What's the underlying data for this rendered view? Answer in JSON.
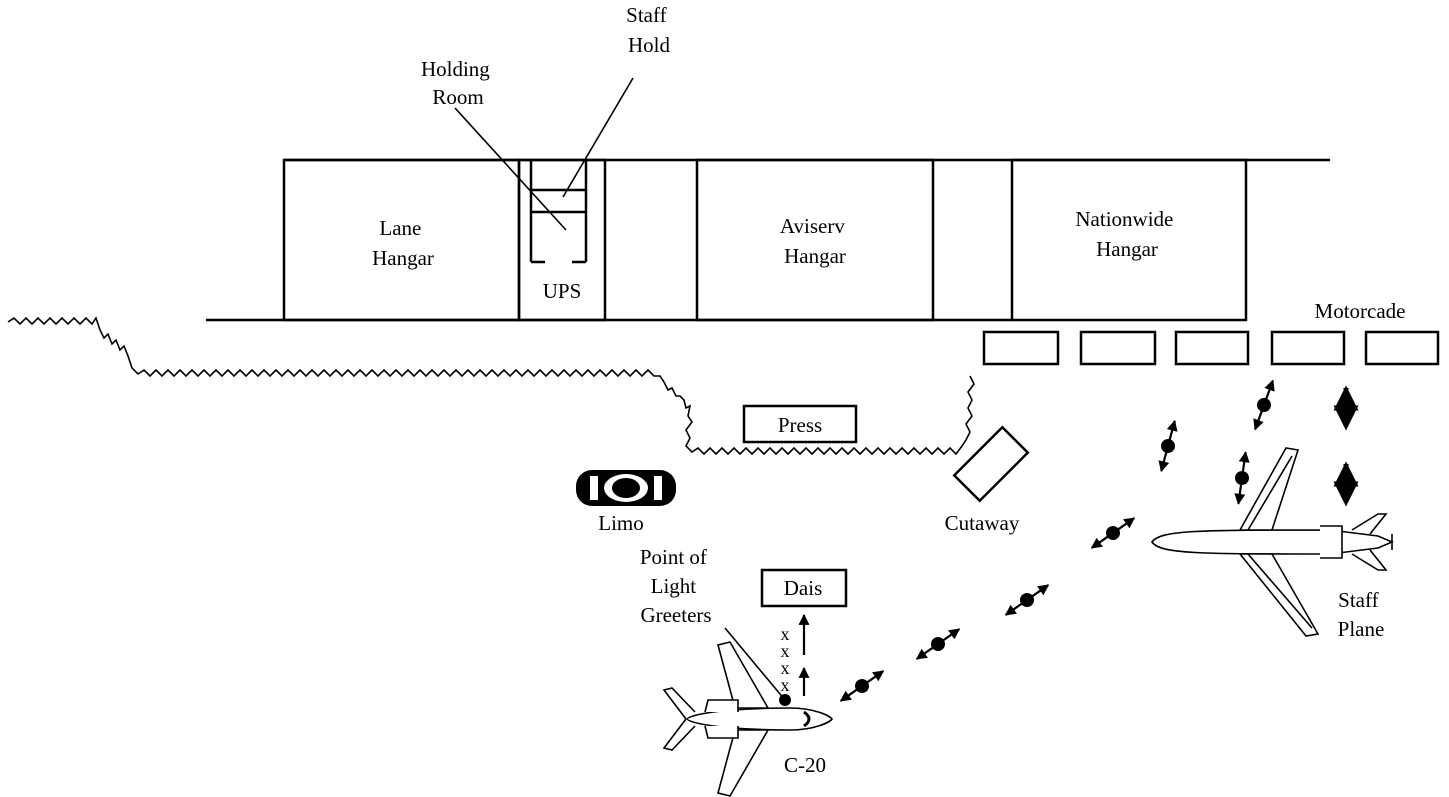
{
  "labels": {
    "staff_hold": [
      "Staff",
      "Hold"
    ],
    "holding_room": [
      "Holding",
      "Room"
    ],
    "lane_hangar": [
      "Lane",
      "Hangar"
    ],
    "ups": "UPS",
    "aviserv_hangar": [
      "Aviserv",
      "Hangar"
    ],
    "nationwide_hangar": [
      "Nationwide",
      "Hangar"
    ],
    "motorcade": "Motorcade",
    "press": "Press",
    "limo": "Limo",
    "cutaway": "Cutaway",
    "point_of_light_greeters": [
      "Point of",
      "Light",
      "Greeters"
    ],
    "dais": "Dais",
    "greeter_marks": [
      "x",
      "x",
      "x",
      "x"
    ],
    "c20": "C-20",
    "staff_plane": [
      "Staff",
      "Plane"
    ]
  },
  "icons": {
    "limo": "car-icon",
    "c20": "jet-icon",
    "staff_plane": "airliner-icon",
    "movement": "double-arrow-icon"
  }
}
